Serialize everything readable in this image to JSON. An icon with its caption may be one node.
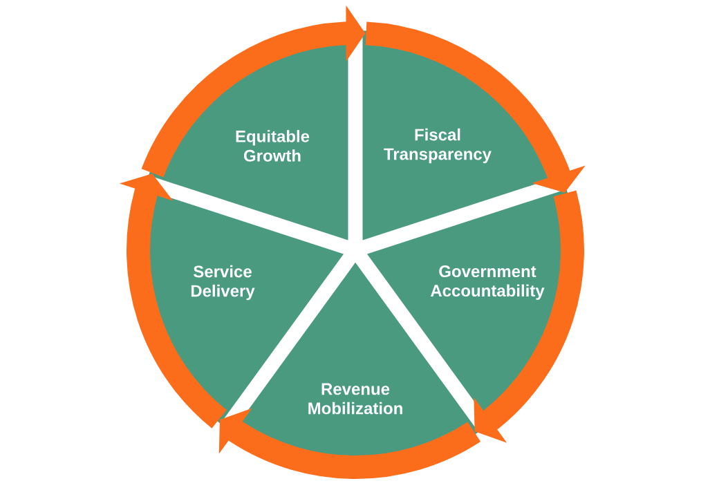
{
  "diagram": {
    "nodes": [
      {
        "text": [
          "Equitable Growth"
        ]
      },
      {
        "text": [
          "Fiscal Transparency"
        ]
      },
      {
        "text": [
          "Government Accountability"
        ]
      },
      {
        "text": [
          "Revenue Mobilization"
        ]
      },
      {
        "text": [
          "Service Delivery"
        ]
      }
    ],
    "edges": [
      {
        "from": 0,
        "to": 1,
        "arrow": "to"
      },
      {
        "from": 1,
        "to": 2,
        "arrow": "to"
      },
      {
        "from": 2,
        "to": 3,
        "arrow": "to"
      },
      {
        "from": 3,
        "to": 4,
        "arrow": "to"
      },
      {
        "from": 4,
        "to": 0,
        "arrow": "to"
      }
    ]
  }
}
